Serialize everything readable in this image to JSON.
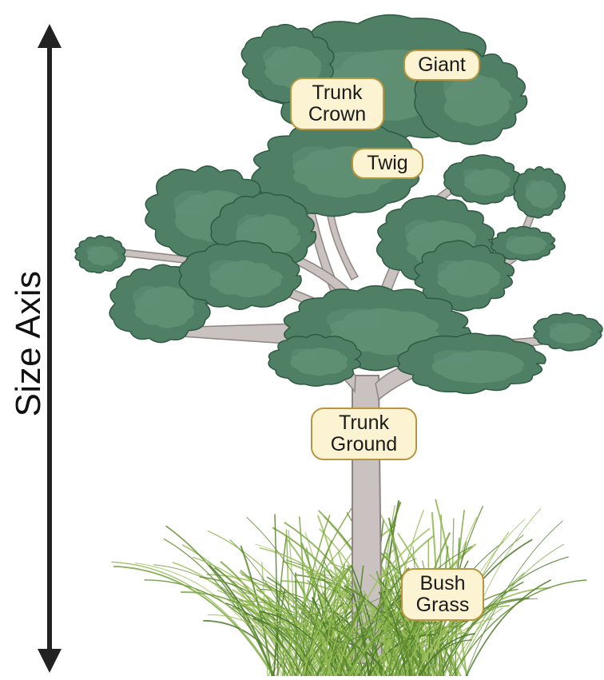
{
  "axis": {
    "label": "Size Axis"
  },
  "labels": {
    "giant": "Giant",
    "trunk_crown": "Trunk\nCrown",
    "twig": "Twig",
    "trunk_ground": "Trunk\nGround",
    "bush_grass": "Bush\nGrass"
  },
  "colors": {
    "foliage_dark": "#4f7f64",
    "foliage_mid": "#5f8f74",
    "foliage_light": "#6d9c80",
    "outline": "#2f5a42",
    "trunk": "#c9c2c0",
    "trunk_outline": "#8e8583",
    "grass": "#6e9a3a",
    "label_fill": "#fbf3d2",
    "label_border": "#b8963e",
    "arrow": "#222222"
  }
}
